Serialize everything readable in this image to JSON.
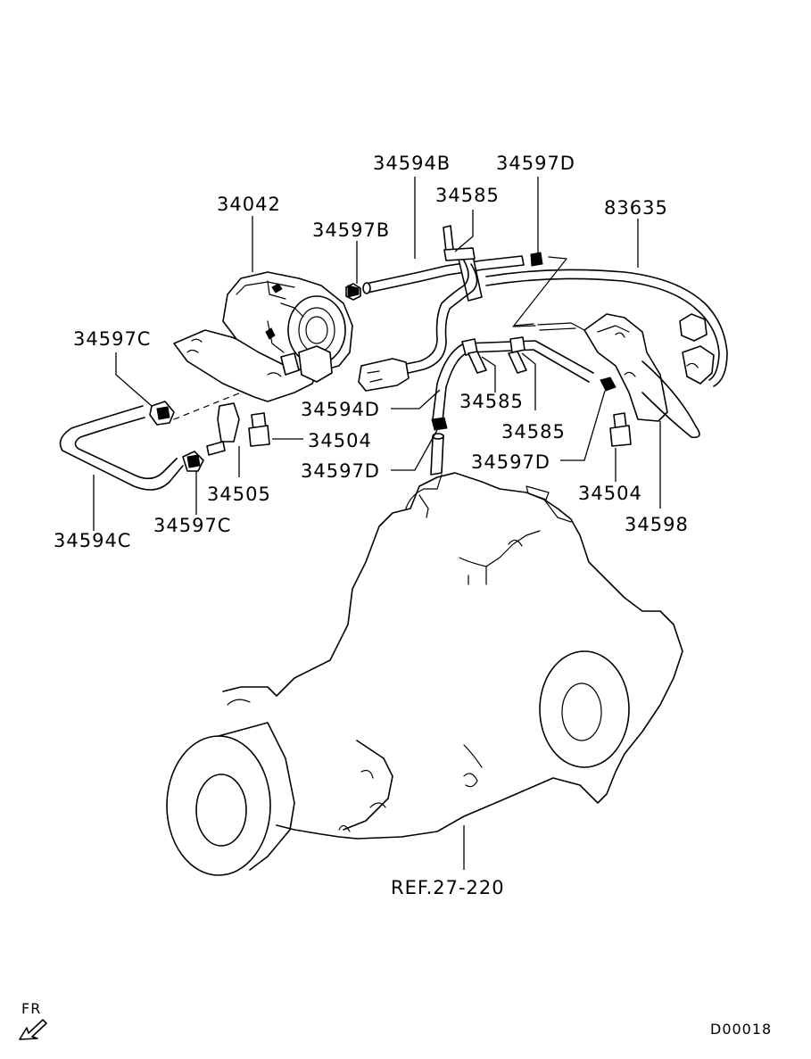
{
  "labels": {
    "p34594B": "34594B",
    "p34597D_top": "34597D",
    "p34585_top": "34585",
    "p83635": "83635",
    "p34042": "34042",
    "p34597B": "34597B",
    "p34597C_left": "34597C",
    "p34594D": "34594D",
    "p34585_mid1": "34585",
    "p34585_mid2": "34585",
    "p34504_left": "34504",
    "p34597D_mid": "34597D",
    "p34597D_right": "34597D",
    "p34505": "34505",
    "p34504_right": "34504",
    "p34598": "34598",
    "p34594C": "34594C",
    "p34597C_bottom": "34597C",
    "ref": "REF.27-220",
    "front_mark": "FR",
    "diagram_code": "D00018"
  }
}
